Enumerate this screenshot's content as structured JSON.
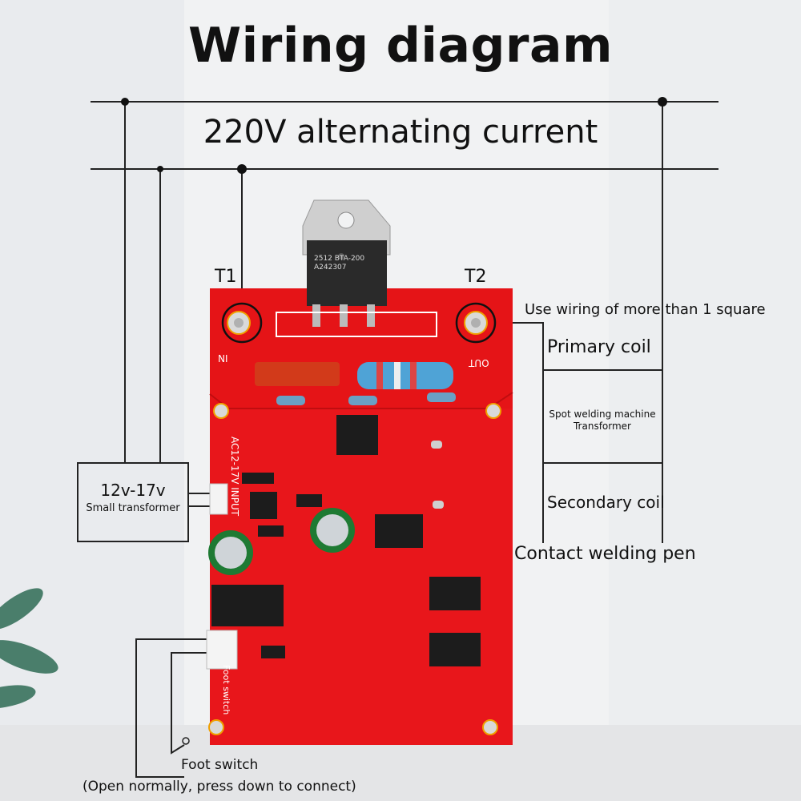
{
  "title": "Wiring diagram",
  "supply": "220V alternating current",
  "terminals": {
    "t1": "T1",
    "t2": "T2"
  },
  "notes": {
    "wiring": "Use wiring of more than 1 square",
    "primary": "Primary coil",
    "transformer": "Spot welding machine Transformer",
    "secondary": "Secondary coil",
    "pen": "Contact welding pen"
  },
  "small_transformer": {
    "voltage": "12v-17v",
    "label": "Small transformer"
  },
  "foot_switch": {
    "label": "Foot switch",
    "note": "(Open normally, press down to connect)"
  },
  "board": {
    "color": "#e8161b",
    "label_ac": "AC12-17V INPUT",
    "label_foot": "Foot switch",
    "label_in": "IN",
    "label_out": "OUT",
    "triac_text": "2512 BTA-200 A242307"
  }
}
